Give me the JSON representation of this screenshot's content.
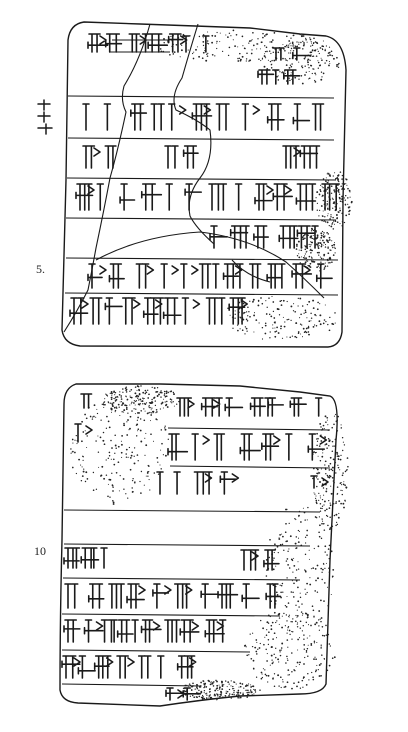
{
  "figure": {
    "line_numbers": [
      {
        "id": "ln-5",
        "text": "5."
      },
      {
        "id": "ln-10",
        "text": "10"
      }
    ],
    "ink_color": "#1a1a1a",
    "paper_color": "#ffffff",
    "obverse_ruled_lines": 8,
    "reverse_ruled_lines": 8
  }
}
